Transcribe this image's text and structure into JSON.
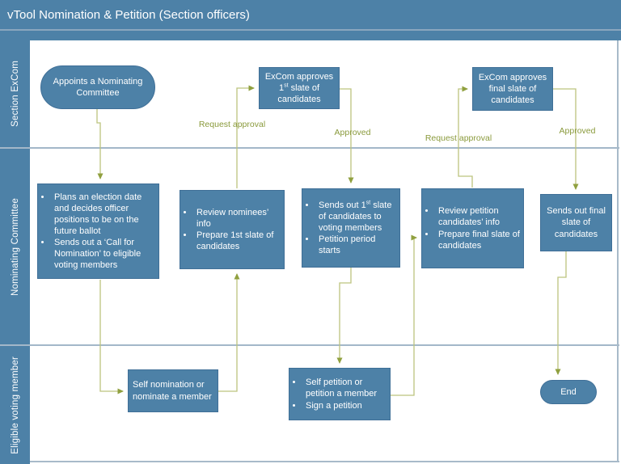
{
  "title": "vTool Nomination & Petition (Section officers)",
  "colors": {
    "primary_blue": "#4d81a7",
    "node_border": "#3f6f97",
    "connector_line": "#bcc47e",
    "connector_arrow": "#90a03f",
    "edge_label_text": "#8a9a3c",
    "lane_divider": "#a3b7c9",
    "text": "#ffffff"
  },
  "lanes": [
    {
      "label": "Section ExCom"
    },
    {
      "label": "Nominating Committee"
    },
    {
      "label": "Eligible voting member"
    }
  ],
  "nodes": {
    "start": {
      "text": "Appoints a Nominating Committee"
    },
    "excom1": {
      "pre": "ExCom approves 1",
      "sup": "st",
      "post": " slate of candidates"
    },
    "excomFinal": {
      "text": "ExCom approves final  slate of candidates"
    },
    "plans": {
      "bullets": [
        "Plans an election date and decides officer positions to be on the future ballot",
        "Sends out a ‘Call for Nomination’ to eligible voting members"
      ]
    },
    "review1": {
      "bullets": [
        "Review nominees’ info",
        "Prepare 1st slate of candidates"
      ]
    },
    "sends1": {
      "bullet1_pre": "Sends out 1",
      "bullet1_sup": "st",
      "bullet1_post": " slate of candidates to voting members",
      "bullet2": "Petition period starts"
    },
    "reviewPetition": {
      "bullets": [
        "Review petition candidates’ info",
        "Prepare final slate of candidates"
      ]
    },
    "sendsFinal": {
      "text": "Sends out final slate of candidates"
    },
    "selfNomination": {
      "text": "Self nomination or nominate a member"
    },
    "selfPetition": {
      "bullets": [
        "Self petition or petition a member",
        "Sign a petition"
      ]
    },
    "end": {
      "text": "End"
    }
  },
  "edge_labels": {
    "request_approval_1": "Request approval",
    "approved_1": "Approved",
    "request_approval_2": "Request approval",
    "approved_2": "Approved"
  }
}
